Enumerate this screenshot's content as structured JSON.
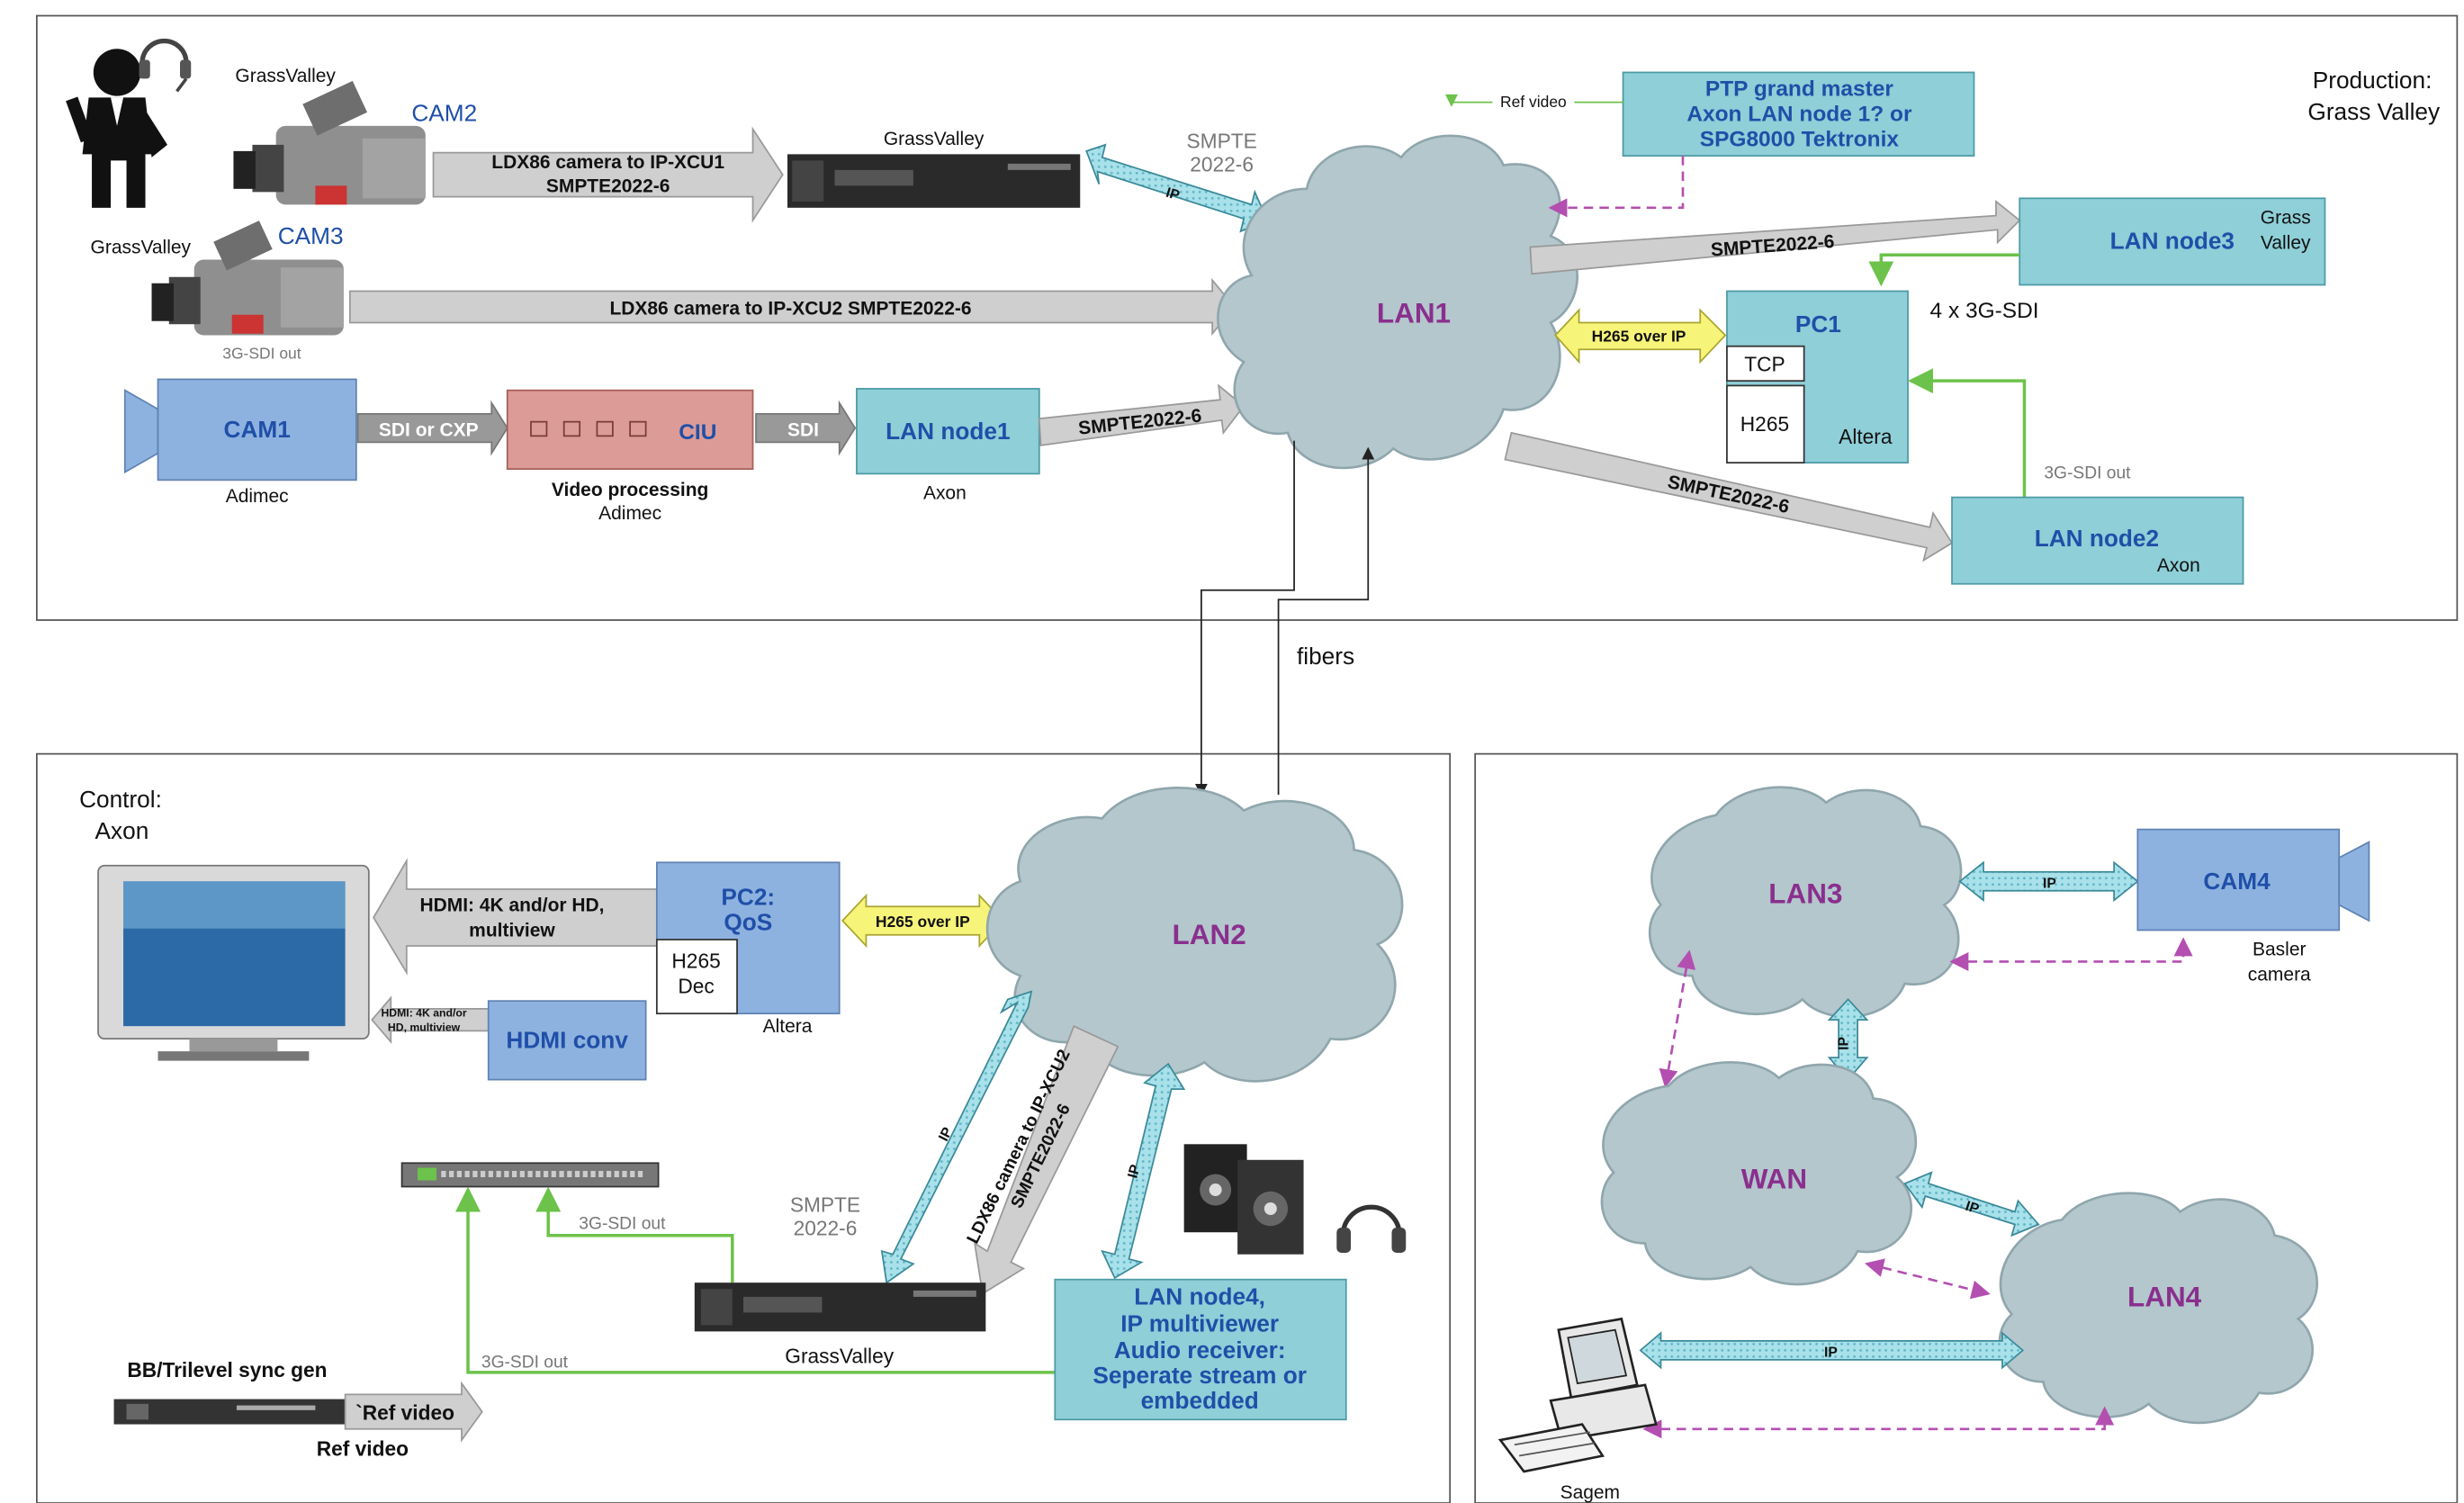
{
  "colors": {
    "cloud": "#b4c7cc",
    "cloud_stroke": "#8fa6ac",
    "teal_box": "#8ecfd8",
    "blue_box": "#8eb2df",
    "ciu_box": "#dc9b97",
    "gray_arrow": "#cfcfcf",
    "ip_arrow": "#a8e0ea",
    "h265_arrow": "#f7f47a",
    "purple_text": "#8a2f8e",
    "blue_text": "#1f4fa8",
    "green_line": "#6cc24a",
    "magenta_dash": "#b34fb0"
  },
  "production": {
    "section_label_1": "Production:",
    "section_label_2": "Grass Valley",
    "person_label": "GrassValley",
    "cam2_vendor": "GrassValley",
    "cam2": "CAM2",
    "cam3_vendor": "GrassValley",
    "cam3": "CAM3",
    "cam3_out": "3G-SDI out",
    "arrow_cam2_1": "LDX86 camera to IP-XCU1",
    "arrow_cam2_2": "SMPTE2022-6",
    "xcu_label": "GrassValley",
    "smpte_label_1": "SMPTE",
    "smpte_label_2": "2022-6",
    "ip_short": "IP",
    "arrow_cam3": "LDX86 camera to IP-XCU2 SMPTE2022-6",
    "cam1": "CAM1",
    "cam1_vendor": "Adimec",
    "sdi_cxp": "SDI or CXP",
    "ciu": "CIU",
    "video_proc": "Video processing",
    "video_proc_vendor": "Adimec",
    "sdi": "SDI",
    "lan_node1": "LAN node1",
    "lan_node1_vendor": "Axon",
    "arrow_node1": "SMPTE2022-6",
    "lan1": "LAN1",
    "ptp_1": "PTP grand master",
    "ptp_2": "Axon LAN node 1? or",
    "ptp_3": "SPG8000 Tektronix",
    "ref_video": "Ref video",
    "arrow_node3": "SMPTE2022-6",
    "lan_node3": "LAN node3",
    "node3_vendor_1": "Grass",
    "node3_vendor_2": "Valley",
    "h265_ip": "H265 over IP",
    "pc1": "PC1",
    "tcp": "TCP",
    "h265": "H265",
    "altera": "Altera",
    "sdi_4x": "4 x 3G-SDI",
    "sdi_out_node2": "3G-SDI out",
    "arrow_node2": "SMPTE2022-6",
    "lan_node2": "LAN node2",
    "node2_vendor": "Axon"
  },
  "fibers": "fibers",
  "control": {
    "section_label_1": "Control:",
    "section_label_2": "Axon",
    "hdmi_arrow_1": "HDMI: 4K and/or HD,",
    "hdmi_arrow_2": "multiview",
    "pc2_1": "PC2:",
    "pc2_2": "QoS",
    "h265_dec_1": "H265",
    "h265_dec_2": "Dec",
    "altera": "Altera",
    "h265_ip": "H265 over IP",
    "small_hdmi_1": "HDMI: 4K and/or",
    "small_hdmi_2": "HD, multiview",
    "hdmi_conv": "HDMI conv",
    "lan2": "LAN2",
    "ip_1": "IP",
    "xcu2_arrow_1": "LDX86 camera to IP-XCU2",
    "xcu2_arrow_2": "SMPTE2022-6",
    "ip_2": "IP",
    "smpte_1": "SMPTE",
    "smpte_2": "2022-6",
    "sdi_out_router": "3G-SDI out",
    "xcu_label": "GrassValley",
    "sdi_out_gen": "3G-SDI out",
    "sync_gen": "BB/Trilevel sync gen",
    "ref_arrow": "`Ref video",
    "ref_video": "Ref video",
    "lan_node4_1": "LAN node4,",
    "lan_node4_2": "IP multiviewer",
    "lan_node4_3": "Audio receiver:",
    "lan_node4_4": "Seperate stream or",
    "lan_node4_5": "embedded"
  },
  "remote": {
    "lan3": "LAN3",
    "ip_cam4": "IP",
    "cam4": "CAM4",
    "cam4_vendor_1": "Basler",
    "cam4_vendor_2": "camera",
    "ip_v": "IP",
    "wan": "WAN",
    "ip_wan": "IP",
    "lan4": "LAN4",
    "ip_pc": "IP",
    "pc_label": "Sagem"
  }
}
